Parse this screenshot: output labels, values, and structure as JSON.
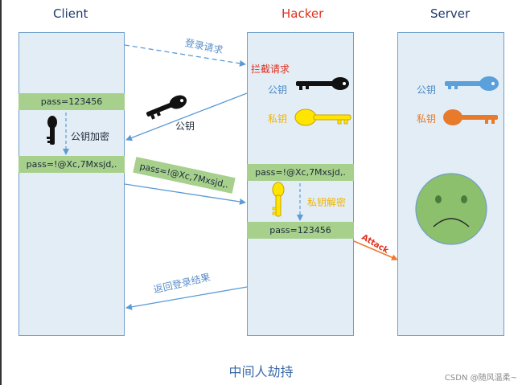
{
  "columns": {
    "client": "Client",
    "hacker": "Hacker",
    "server": "Server"
  },
  "messages": {
    "login_request": "登录请求",
    "intercept_request": "拦截请求",
    "public_key": "公钥",
    "private_key": "私钥",
    "public_key_send": "公钥",
    "public_key_encrypt": "公钥加密",
    "private_key_decrypt": "私钥解密",
    "attack": "Attack",
    "return_result": "返回登录结果"
  },
  "bars": {
    "client_plain": "pass=123456",
    "client_cipher": "pass=!@Xc,7Mxsjd,.",
    "transit_cipher": "pass=!@Xc,7Mxsjd,.",
    "hacker_cipher": "pass=!@Xc,7Mxsjd,.",
    "hacker_plain": "pass=123456"
  },
  "footer": "中间人劫持",
  "watermark": "CSDN @随风温柔~",
  "colors": {
    "client_title": "#1f3a6e",
    "hacker_title": "#e0301e",
    "server_title": "#1f3a6e",
    "intercept": "#e0301e",
    "private_key_label": "#f0b400",
    "server_public_key": "#5aa0dc",
    "server_private_key": "#e87a2c",
    "attack": "#ee7a2f",
    "bar_green": "#a6d08c",
    "column_fill": "#e2edf6",
    "arrow_blue": "#5a9bd5",
    "face_green": "#8cc06c"
  },
  "icons": {
    "black_key": "key-icon",
    "yellow_key": "key-icon",
    "sad_face": "sad-face-icon"
  }
}
